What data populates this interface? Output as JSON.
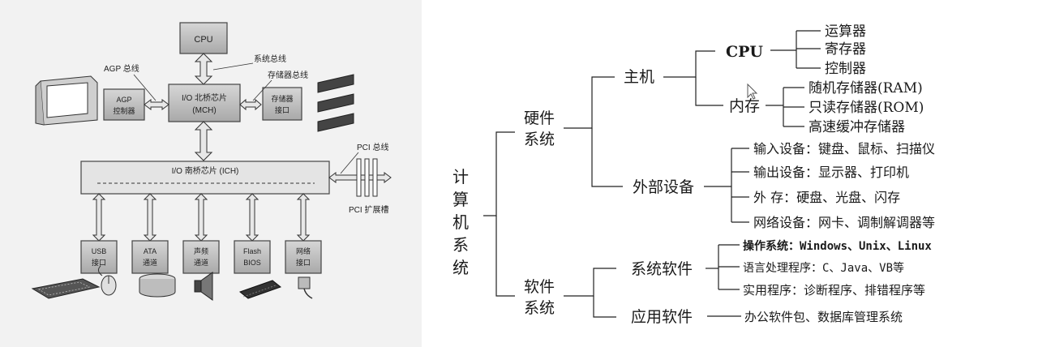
{
  "hardware": {
    "cpu": "CPU",
    "system_bus": "系统总线",
    "agp_bus": "AGP 总线",
    "mem_bus": "存储器总线",
    "north_bridge": [
      "I/O 北桥芯片",
      "(MCH)"
    ],
    "agp_ctrl": [
      "AGP",
      "控制器"
    ],
    "mem_if": [
      "存储器",
      "接口"
    ],
    "south_bridge": "I/O 南桥芯片 (ICH)",
    "pci_bus": "PCI 总线",
    "pci_slot": "PCI 扩展槽",
    "io_boxes": [
      [
        "USB",
        "接口"
      ],
      [
        "ATA",
        "通道"
      ],
      [
        "声频",
        "通道"
      ],
      [
        "Flash",
        "BIOS"
      ],
      [
        "网络",
        "接口"
      ]
    ]
  },
  "tree": {
    "root": [
      "计",
      "算",
      "机",
      "系",
      "统"
    ],
    "hardware": [
      "硬件",
      "系统"
    ],
    "software": [
      "软件",
      "系统"
    ],
    "host": "主机",
    "cpu": "CPU",
    "cpu_parts": [
      "运算器",
      "寄存器",
      "控制器"
    ],
    "memory": "内存",
    "mem_parts": [
      "随机存储器(RAM)",
      "只读存储器(ROM)",
      "高速缓冲存储器"
    ],
    "peripherals": "外部设备",
    "peripheral_items": [
      "输入设备：键盘、鼠标、扫描仪",
      "输出设备：显示器、打印机",
      "外 存：硬盘、光盘、闪存",
      "网络设备：网卡、调制解调器等"
    ],
    "system_software": "系统软件",
    "system_software_items": [
      "操作系统：Windows、Unix、Linux",
      "语言处理程序：C、Java、VB等",
      "实用程序：诊断程序、排错程序等"
    ],
    "app_software": "应用软件",
    "app_software_item": "办公软件包、数据库管理系统"
  }
}
